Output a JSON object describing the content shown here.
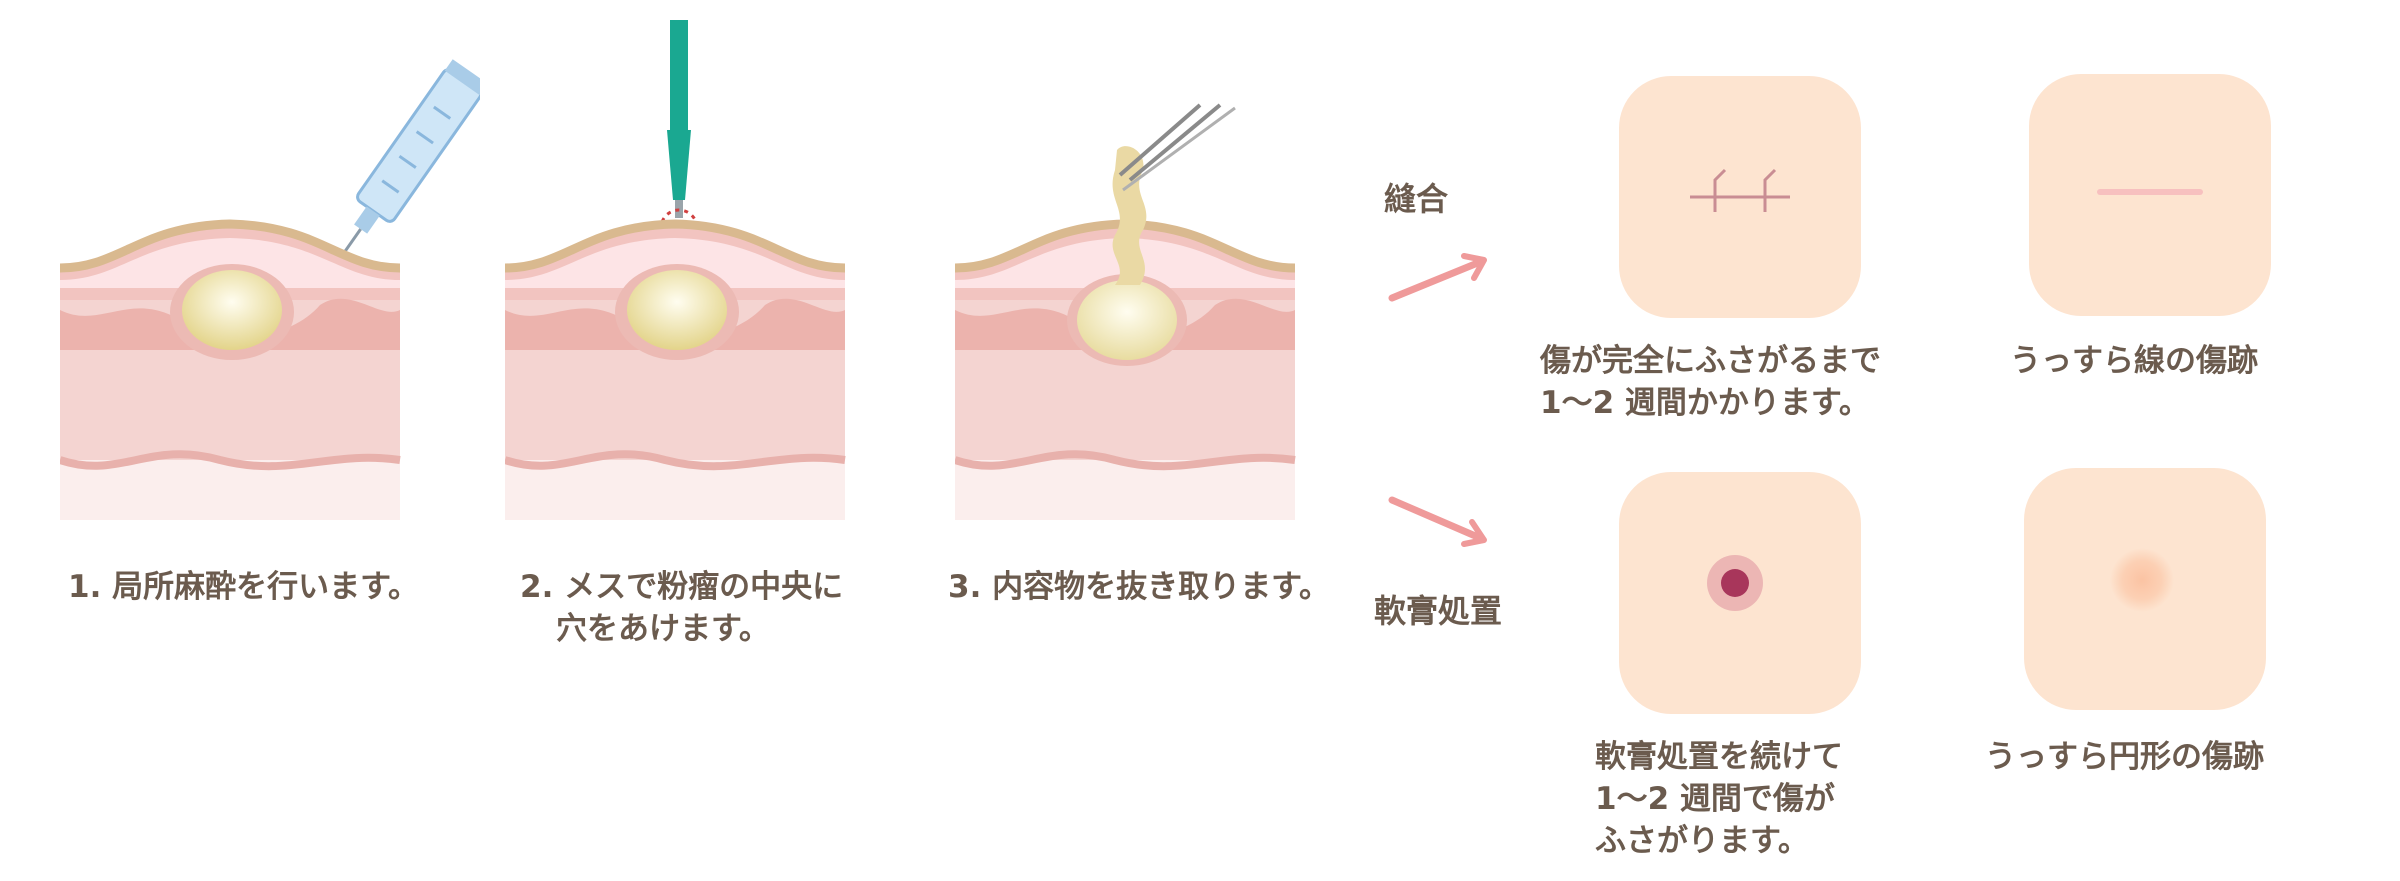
{
  "steps": [
    {
      "lines": [
        "1. 局所麻酔を行います。"
      ]
    },
    {
      "lines": [
        "2. メスで粉瘤の中央に",
        "穴をあけます。"
      ]
    },
    {
      "lines": [
        "3. 内容物を抜き取ります。"
      ]
    }
  ],
  "branches": {
    "suture": {
      "label": "縫合",
      "healing": [
        "傷が完全にふさがるまで",
        "1〜2 週間かかります。"
      ],
      "scar": "うっすら線の傷跡"
    },
    "ointment": {
      "label": "軟膏処置",
      "healing": [
        "軟膏処置を続けて",
        "1〜2 週間で傷が",
        "ふさがります。"
      ],
      "scar": "うっすら円形の傷跡"
    }
  },
  "colors": {
    "text": "#6b5b4e",
    "skin_top": "#d9b98f",
    "dermis": "#f2c4c0",
    "cyst": "#e8dca0",
    "arrow": "#ef9a9a",
    "tile": "#fde4d0",
    "syringe": "#b9d8f0",
    "scalpel": "#1aa891"
  },
  "icons": [
    "syringe-icon",
    "scalpel-icon",
    "tweezers-icon"
  ]
}
